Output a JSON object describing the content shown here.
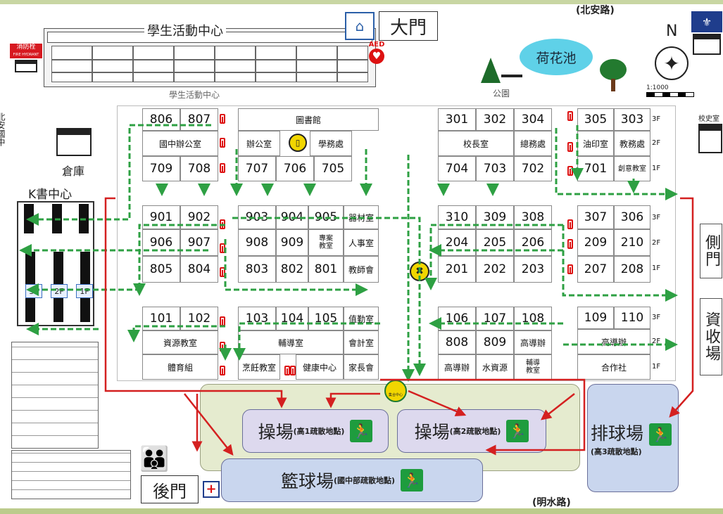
{
  "top": {
    "street_north": "(北安路)",
    "gate_main": "大門",
    "student_center": "學生活動中心",
    "student_center_sub": "學生活動中心",
    "fire_hydrant_cn": "消防栓",
    "fire_hydrant_en": "FIRE HYDRANT",
    "aed": "AED",
    "pond": "荷花池",
    "park": "公園",
    "north": "N",
    "scale": "1:1000",
    "history_room": "校史室"
  },
  "left": {
    "neighbor_school": "北安國中",
    "warehouse": "倉庫",
    "k_center": "K書中心",
    "floors": [
      "3F",
      "2F",
      "1F"
    ]
  },
  "right": {
    "side_gate": "側門",
    "recycle": "資收場"
  },
  "bottom": {
    "back_gate": "後門",
    "street_south": "(明水路)",
    "assembly": "集合中心",
    "field1": "操場",
    "field1_note": "(高1疏散地點)",
    "field2": "操場",
    "field2_note": "(高2疏散地點)",
    "volley": "排球場",
    "volley_note": "(高3疏散地點)",
    "basket": "籃球場",
    "basket_note": "(國中部疏散地點)"
  },
  "rooms": {
    "r806": "806",
    "r807": "807",
    "r709": "709",
    "r708": "708",
    "junior_office": "國中辦公室",
    "library": "圖書館",
    "office": "辦公室",
    "academic": "學務處",
    "r707": "707",
    "r706": "706",
    "r705": "705",
    "r301": "301",
    "r302": "302",
    "r304": "304",
    "principal": "校長室",
    "general": "總務處",
    "r704": "704",
    "r703": "703",
    "r702": "702",
    "r305": "305",
    "r303": "303",
    "print": "油印室",
    "teaching": "教務處",
    "r701": "701",
    "creative": "創意教室",
    "r901": "901",
    "r902": "902",
    "r906": "906",
    "r907": "907",
    "r805": "805",
    "r804": "804",
    "r903": "903",
    "r904": "904",
    "r905": "905",
    "equipment": "器材室",
    "r908": "908",
    "r909": "909",
    "project": "專案教室",
    "personnel": "人事室",
    "r803": "803",
    "r802": "802",
    "r801": "801",
    "teachers": "教師會",
    "r310": "310",
    "r309": "309",
    "r308": "308",
    "r204": "204",
    "r205": "205",
    "r206": "206",
    "r201": "201",
    "r202": "202",
    "r203": "203",
    "r307": "307",
    "r306": "306",
    "r209": "209",
    "r210": "210",
    "r207": "207",
    "r208": "208",
    "r101": "101",
    "r102": "102",
    "resource": "資源教室",
    "pe": "體育組",
    "r103": "103",
    "r104": "104",
    "r105": "105",
    "duty": "值勤室",
    "counsel": "輔導室",
    "account": "會計室",
    "cooking": "烹飪教室",
    "health": "健康中心",
    "parents": "家長會",
    "r106": "106",
    "r107": "107",
    "r108": "108",
    "r808": "808",
    "r809": "809",
    "senior_office": "高導辦",
    "senior_office2": "高導辦",
    "water": "水資源",
    "counsel_class": "輔導教室",
    "r109": "109",
    "r110": "110",
    "senior_office3": "高導辦",
    "coop": "合作社"
  },
  "floor_labels": {
    "f3": "3F",
    "f2": "2F",
    "f1": "1F"
  },
  "colors": {
    "route": "#2ea043",
    "exit_route": "#d42020",
    "field": "#ddd9ee",
    "basket": "#c9d6ee",
    "field_zone": "#e5ebcf"
  }
}
